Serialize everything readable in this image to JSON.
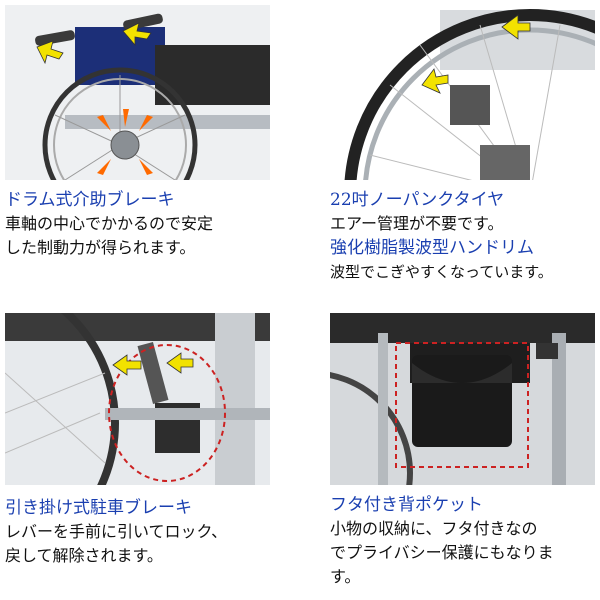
{
  "colors": {
    "title": "#1a3fb0",
    "body": "#111111",
    "accent_arrow": "#f2e200",
    "marker": "#cc2222"
  },
  "features": [
    {
      "title": "ドラム式介助ブレーキ",
      "body_lines": [
        "車軸の中心でかかるので安定",
        "した制動力が得られます。"
      ]
    },
    {
      "title": "22吋ノーパンクタイヤ",
      "body_lines": [
        "エアー管理が不要です。"
      ],
      "title2": "強化樹脂製波型ハンドリム",
      "body2_lines": [
        "波型でこぎやすくなっています。"
      ]
    },
    {
      "title": "引き掛け式駐車ブレーキ",
      "body_lines": [
        "レバーを手前に引いてロック、",
        "戻して解除されます。"
      ]
    },
    {
      "title": "フタ付き背ポケット",
      "body_lines": [
        "小物の収納に、フタ付きなの",
        "でプライバシー保護にもなりま",
        "す。"
      ]
    }
  ]
}
